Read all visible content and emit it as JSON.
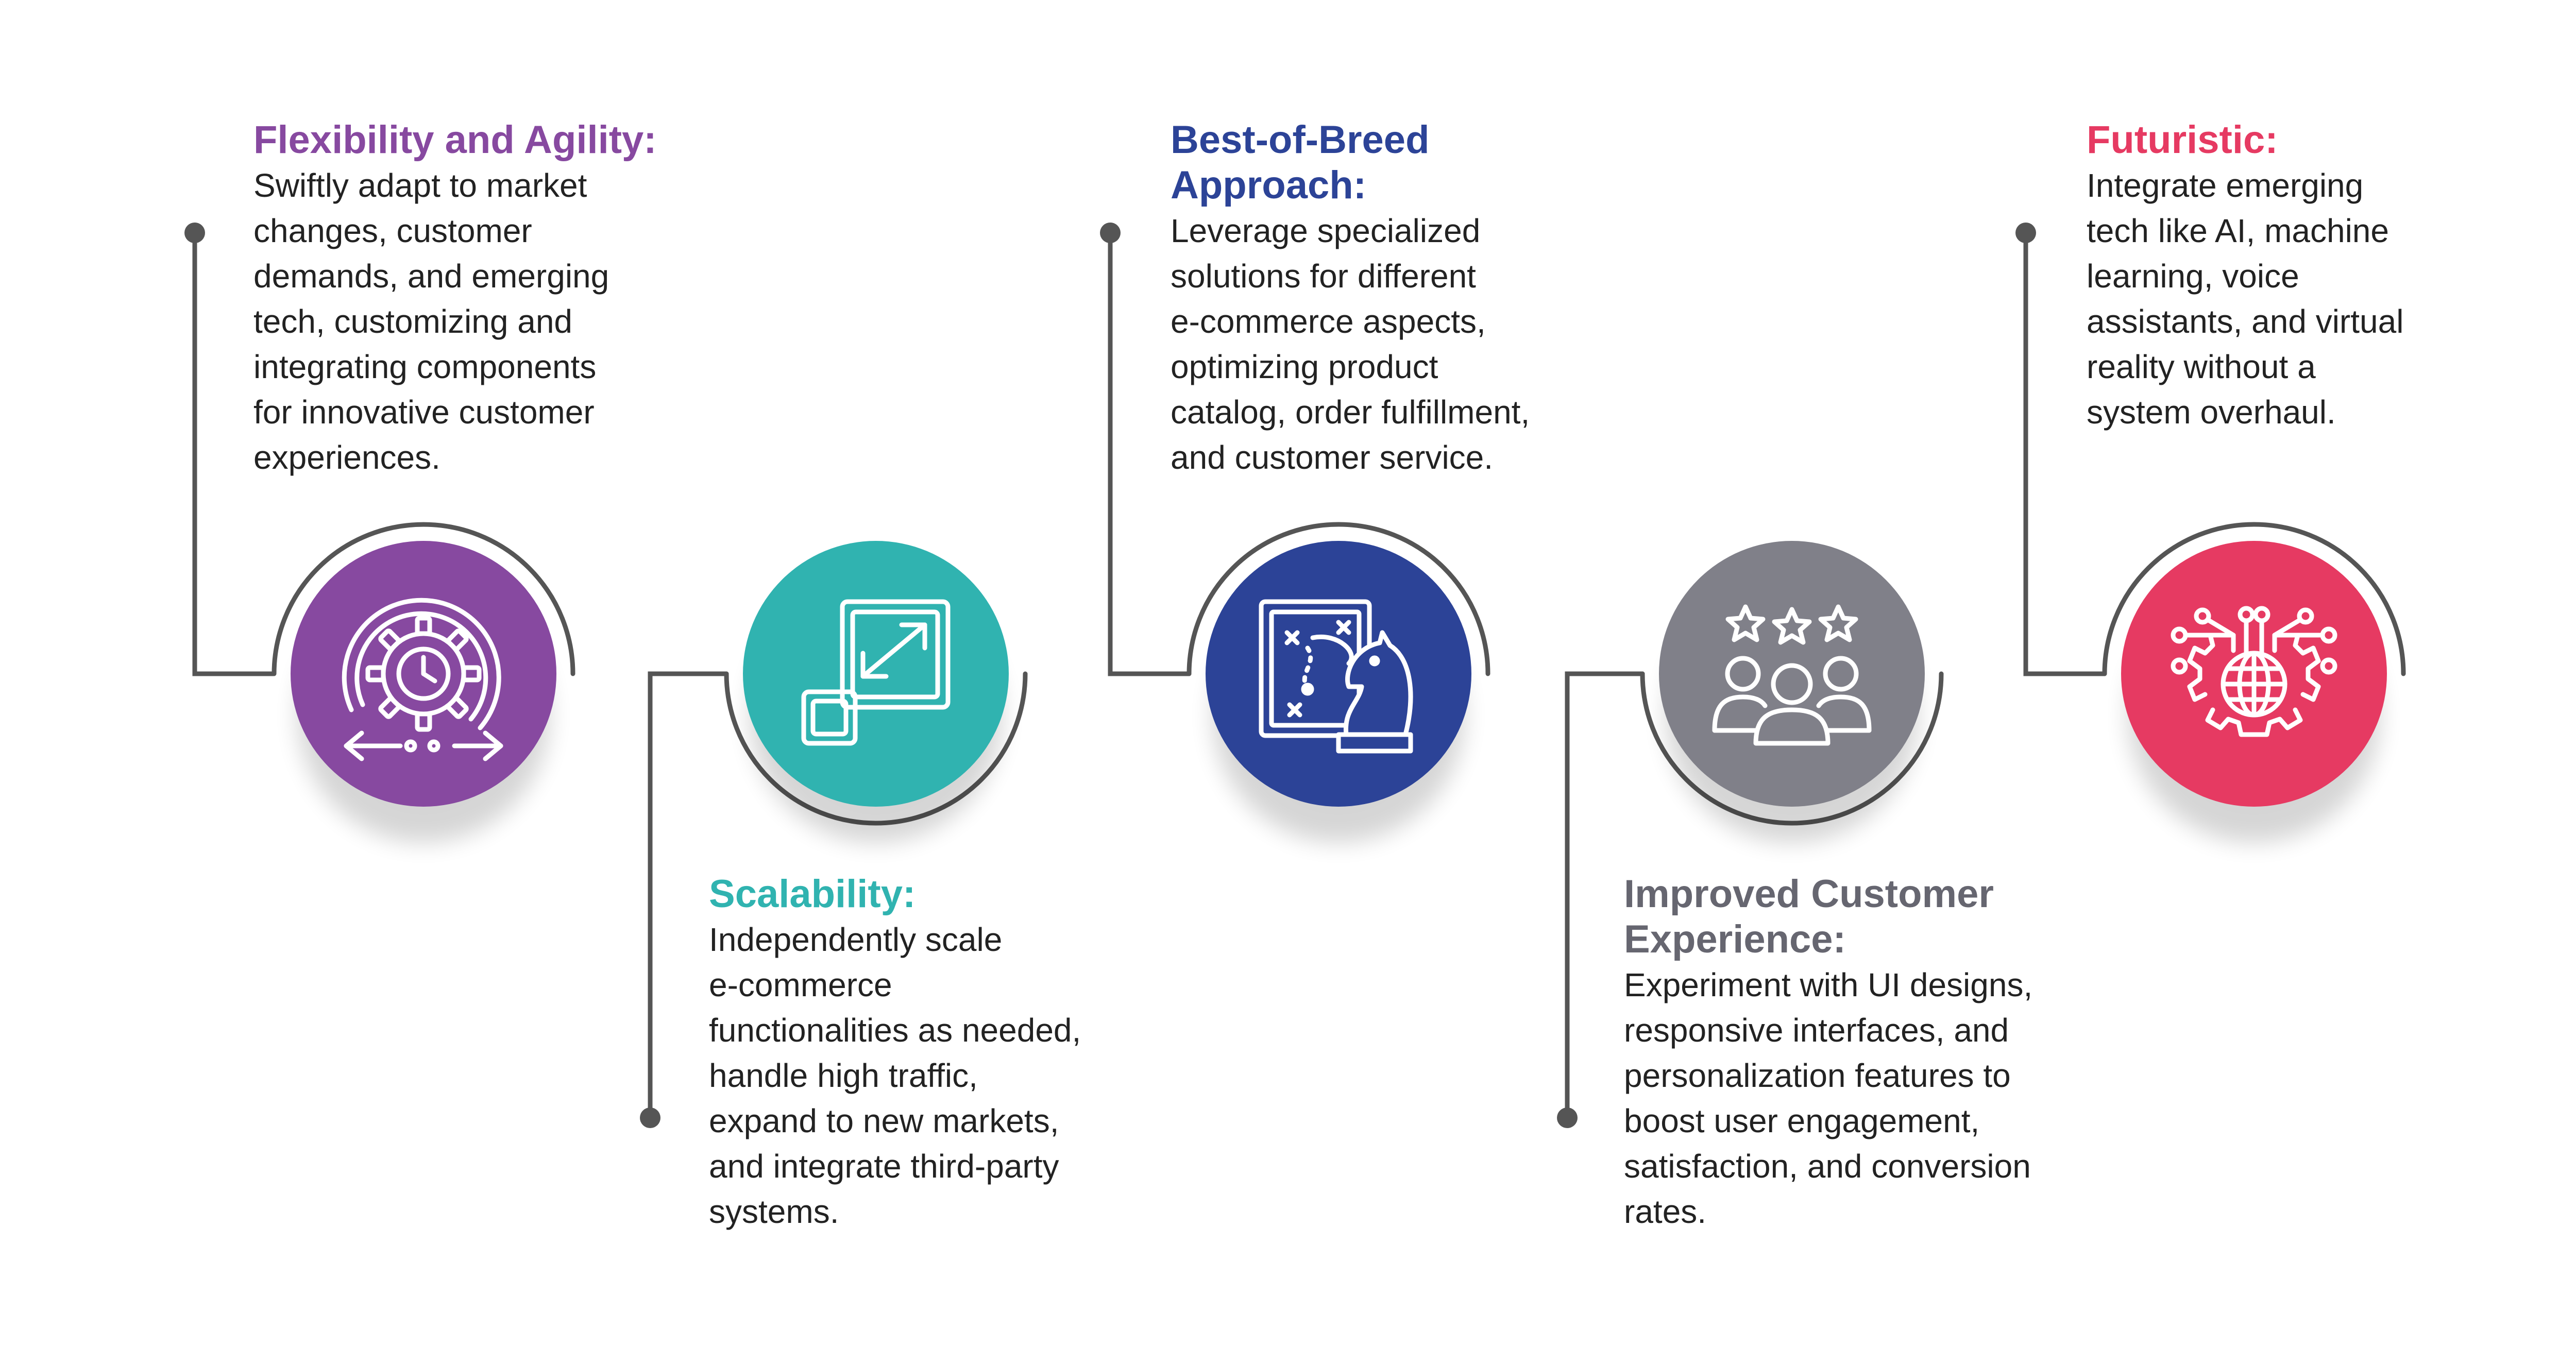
{
  "items": [
    {
      "title": "Flexibility and Agility:",
      "body": [
        "Swiftly adapt to market",
        "changes, customer",
        "demands, and emerging",
        "tech, customizing and",
        "integrating components",
        "for innovative customer",
        "experiences."
      ],
      "color": "#8749a0",
      "icon": "gear-clock-icon"
    },
    {
      "title": "Scalability:",
      "body": [
        "Independently scale",
        "e-commerce",
        "functionalities as needed,",
        "handle high traffic,",
        "expand to new markets,",
        "and integrate third-party",
        "systems."
      ],
      "color": "#30b3b0",
      "icon": "resize-squares-icon"
    },
    {
      "title": "Best-of-Breed Approach:",
      "title_lines": [
        "Best-of-Breed",
        "Approach:"
      ],
      "body": [
        "Leverage specialized",
        "solutions for different",
        "e-commerce aspects,",
        "optimizing product",
        "catalog, order fulfillment,",
        "and customer service."
      ],
      "color": "#2c4397",
      "icon": "chess-strategy-icon"
    },
    {
      "title": "Improved Customer Experience:",
      "title_lines": [
        "Improved Customer",
        "Experience:"
      ],
      "body": [
        "Experiment with UI designs,",
        "responsive interfaces, and",
        "personalization features to",
        "boost user engagement,",
        "satisfaction, and conversion",
        "rates."
      ],
      "color": "#808089",
      "icon": "customer-rating-icon"
    },
    {
      "title": "Futuristic:",
      "body": [
        "Integrate emerging",
        "tech like AI, machine",
        "learning, voice",
        "assistants, and virtual",
        "reality without a",
        "system overhaul."
      ],
      "color": "#e63a62",
      "icon": "globe-gear-network-icon"
    }
  ]
}
